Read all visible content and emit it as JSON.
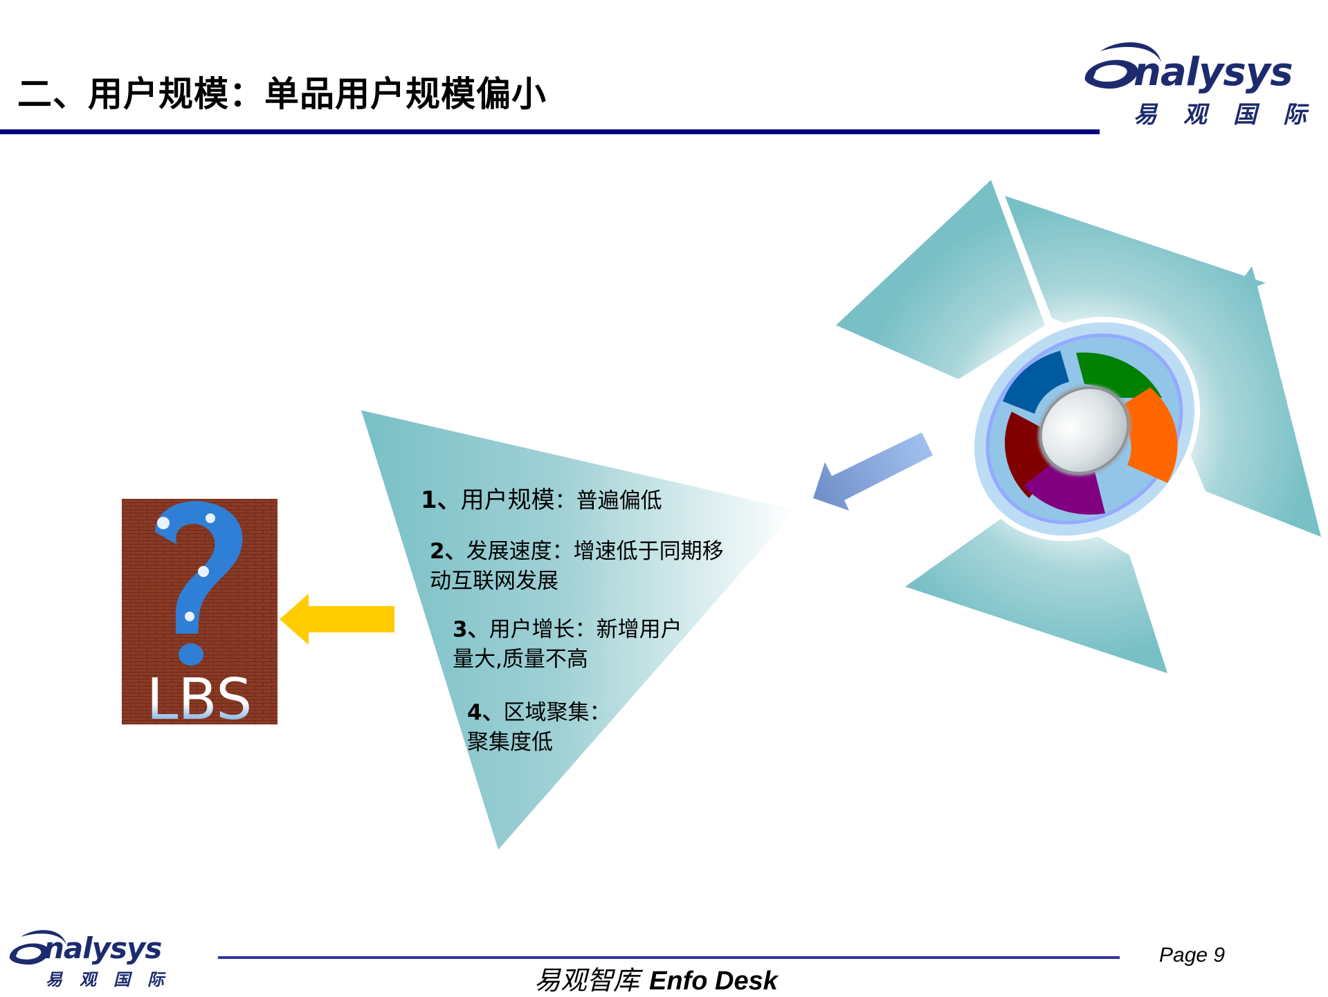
{
  "header": {
    "title": "二、用户规模：单品用户规模偏小",
    "rule_color": "#000080"
  },
  "logo": {
    "latin": "nalysys",
    "chinese": "易观国际",
    "color": "#1d2b6e"
  },
  "main": {
    "lbs_image": {
      "label": "LBS",
      "symbol": "?",
      "brick_color": "#8a3a25",
      "sky_color": "#2f7fd6"
    },
    "yellow_arrow": {
      "direction": "left",
      "color": "#ffcc00"
    },
    "blue_arrow": {
      "direction": "down-left",
      "color_start": "#6f8ec8",
      "color_end": "#a4c2f0"
    },
    "triangle_color": "#78c0c6",
    "points": [
      {
        "number": "1",
        "title": "用户规模",
        "separator": "：",
        "detail_line1": "普遍偏低",
        "detail_line2": ""
      },
      {
        "number": "2",
        "title": "发展速度",
        "separator": "：",
        "detail_line1": "增速低于同期移",
        "detail_line2": "动互联网发展"
      },
      {
        "number": "3",
        "title": "用户增长",
        "separator": "：",
        "detail_line1": "新增用户",
        "detail_line2": "量大,质量不高"
      },
      {
        "number": "4",
        "title": "区域聚集",
        "separator": "：",
        "detail_line1": "",
        "detail_line2": "聚集度低"
      }
    ],
    "ring_segments": [
      {
        "name": "blue",
        "color": "#005aa0"
      },
      {
        "name": "green",
        "color": "#008000"
      },
      {
        "name": "orange",
        "color": "#ff6600"
      },
      {
        "name": "dark-red",
        "color": "#800000"
      },
      {
        "name": "purple",
        "color": "#800080"
      }
    ]
  },
  "footer": {
    "brand_cn": "易观智库",
    "brand_en": "Enfo Desk",
    "page_label": "Page 9",
    "rule_color": "#333399"
  }
}
